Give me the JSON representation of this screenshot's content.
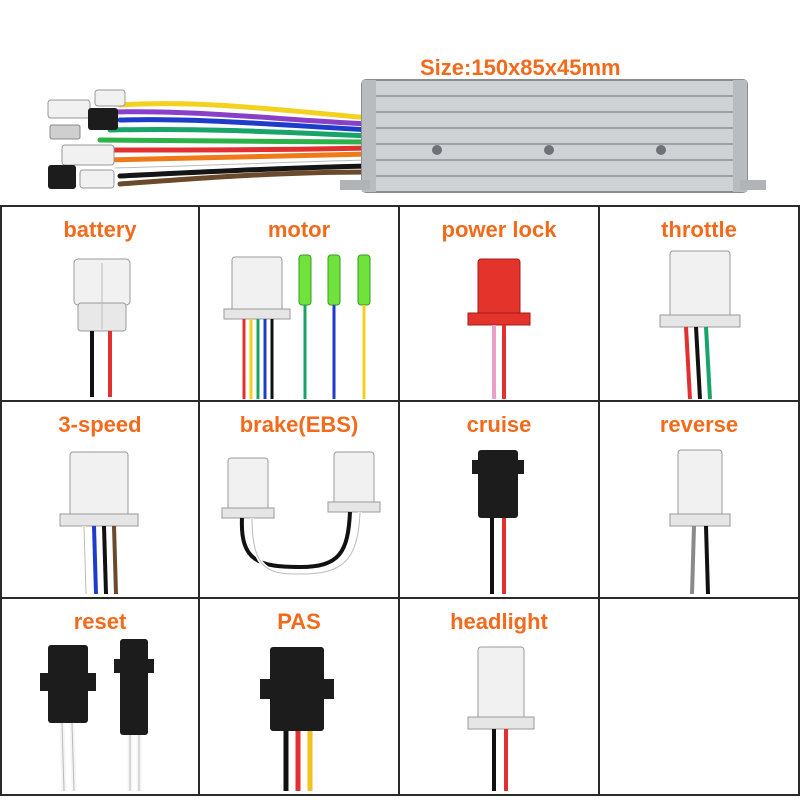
{
  "header": {
    "size_label": "Size:150x85x45mm"
  },
  "cells": [
    {
      "id": "battery",
      "label": "battery"
    },
    {
      "id": "motor",
      "label": "motor"
    },
    {
      "id": "power-lock",
      "label": "power lock"
    },
    {
      "id": "throttle",
      "label": "throttle"
    },
    {
      "id": "3-speed",
      "label": "3-speed"
    },
    {
      "id": "brake",
      "label": "brake(EBS)"
    },
    {
      "id": "cruise",
      "label": "cruise"
    },
    {
      "id": "reverse",
      "label": "reverse"
    },
    {
      "id": "reset",
      "label": "reset"
    },
    {
      "id": "pas",
      "label": "PAS"
    },
    {
      "id": "headlight",
      "label": "headlight"
    }
  ],
  "colors": {
    "label_orange": "#f26a1b",
    "grid_line": "#2a2a2a",
    "connector_white": "#f1f1f1",
    "connector_red": "#e3332a",
    "connector_black": "#1c1c1c",
    "connector_green": "#6fe23b"
  }
}
